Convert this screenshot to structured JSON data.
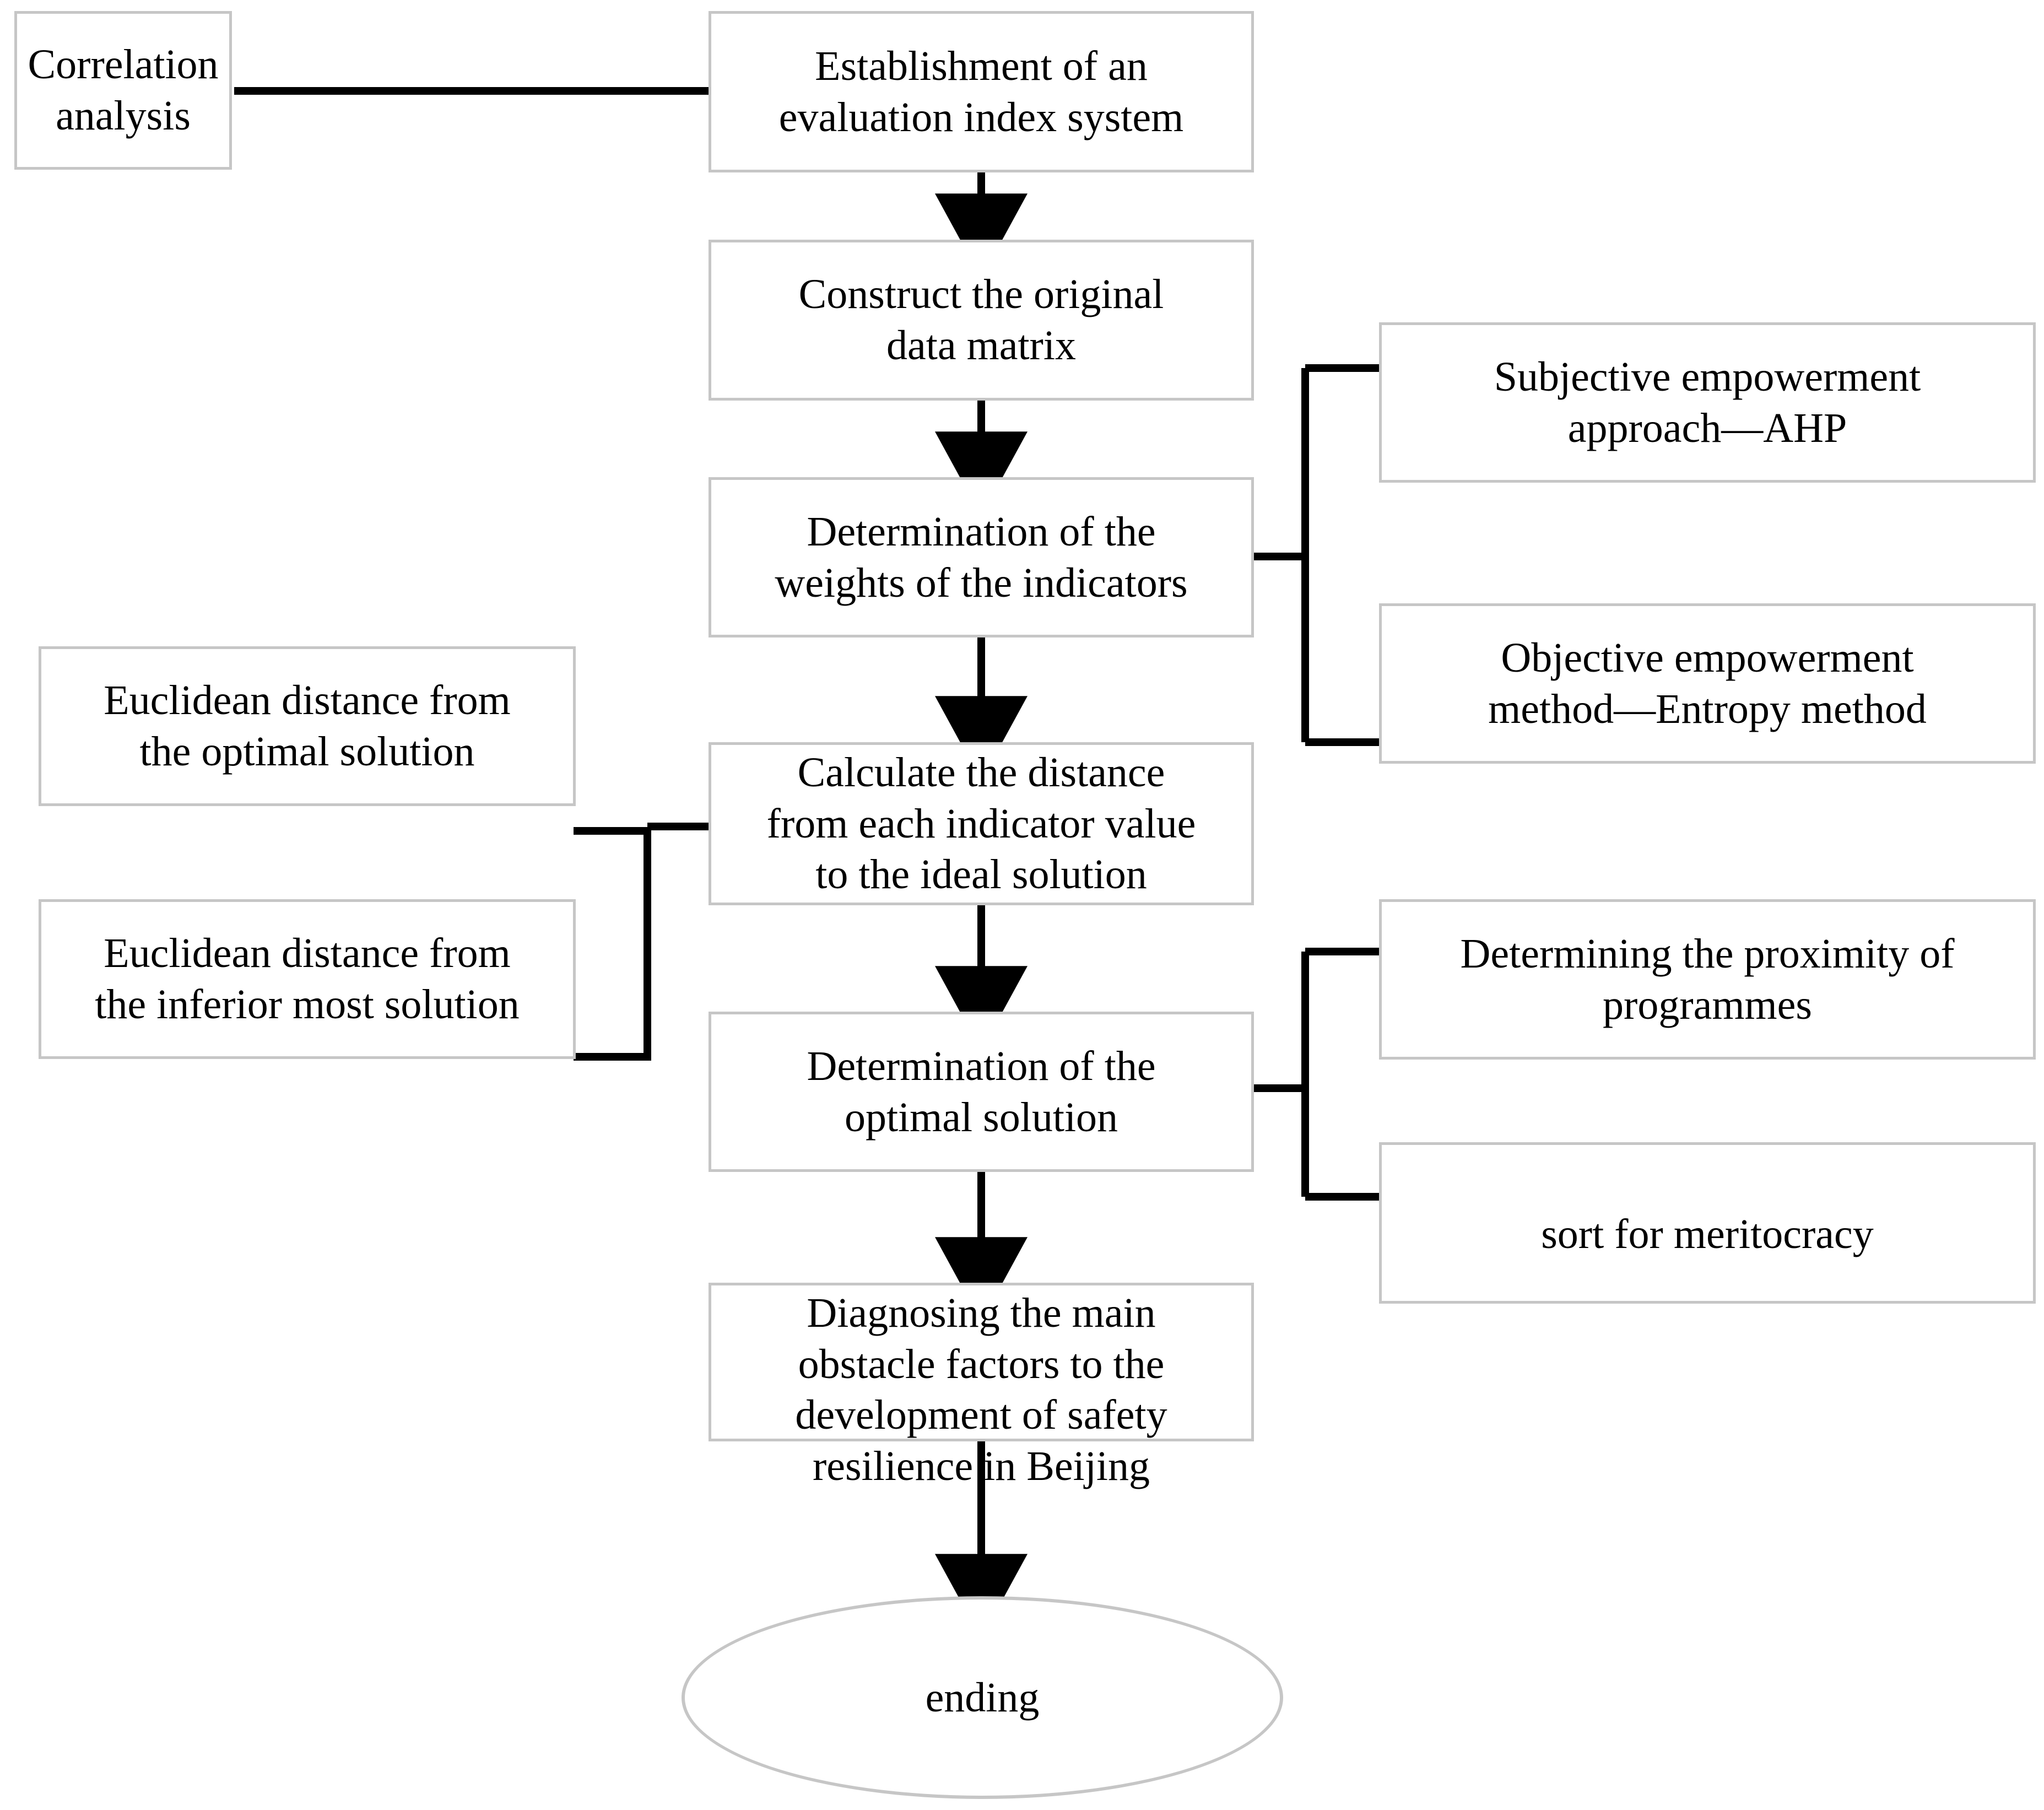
{
  "diagram": {
    "title_visible": false,
    "colors": {
      "box_border": "#c6c6c6",
      "connector": "#000000",
      "background": "#ffffff",
      "text": "#000000"
    },
    "nodes": {
      "correlation_analysis": "Correlation analysis",
      "establishment": "Establishment of an\nevaluation index system",
      "construct_matrix": "Construct the original\ndata matrix",
      "determine_weights": "Determination of the\nweights of the indicators",
      "subjective_ahp": "Subjective empowerment\napproach—AHP",
      "objective_entropy": "Objective empowerment\nmethod—Entropy method",
      "euclidean_optimal": "Euclidean distance from\nthe optimal solution",
      "euclidean_inferior": "Euclidean distance from\nthe inferior most solution",
      "calculate_distance": "Calculate the distance\nfrom each indicator value\nto the ideal solution",
      "determine_optimal": "Determination of the\noptimal solution",
      "proximity_programmes": "Determining the proximity of\nprogrammes",
      "sort_meritocracy": "sort for meritocracy",
      "diagnosing_obstacles": "Diagnosing the main\nobstacle factors to the\ndevelopment of safety\nresilience in Beijing",
      "ending": "ending"
    },
    "flow_order": [
      "establishment",
      "construct_matrix",
      "determine_weights",
      "calculate_distance",
      "determine_optimal",
      "diagnosing_obstacles",
      "ending"
    ],
    "branches": [
      {
        "from": "establishment",
        "to": [
          "correlation_analysis"
        ],
        "side": "left"
      },
      {
        "from": "determine_weights",
        "to": [
          "subjective_ahp",
          "objective_entropy"
        ],
        "side": "right"
      },
      {
        "from": "calculate_distance",
        "to": [
          "euclidean_optimal",
          "euclidean_inferior"
        ],
        "side": "left"
      },
      {
        "from": "determine_optimal",
        "to": [
          "proximity_programmes",
          "sort_meritocracy"
        ],
        "side": "right"
      }
    ]
  }
}
